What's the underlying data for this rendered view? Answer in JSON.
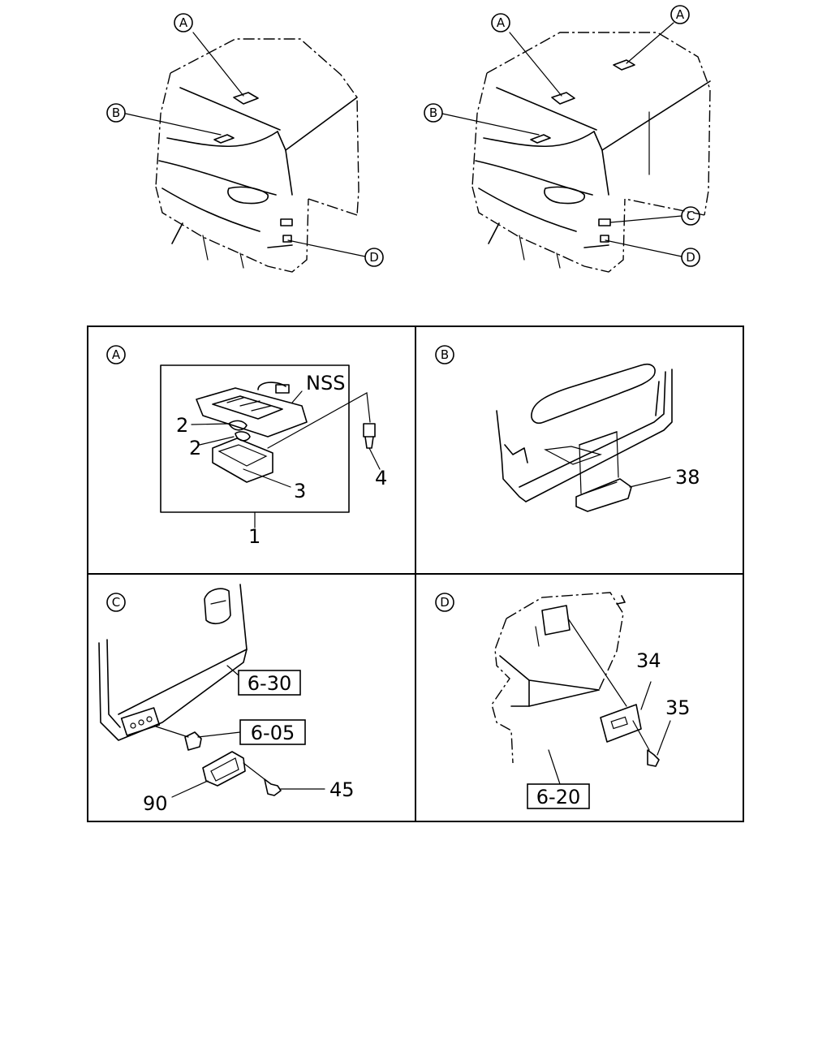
{
  "overview": {
    "left": {
      "callouts": [
        "A",
        "B",
        "D"
      ]
    },
    "right": {
      "callouts": [
        "A",
        "A",
        "B",
        "C",
        "D"
      ]
    }
  },
  "panels": {
    "A": {
      "letter": "A",
      "labels": {
        "nss": "NSS",
        "p2a": "2",
        "p2b": "2",
        "p3": "3",
        "p4": "4",
        "p1": "1"
      }
    },
    "B": {
      "letter": "B",
      "labels": {
        "p38": "38"
      }
    },
    "C": {
      "letter": "C",
      "labels": {
        "ref630": "6-30",
        "ref605": "6-05",
        "p90": "90",
        "p45": "45"
      }
    },
    "D": {
      "letter": "D",
      "labels": {
        "p34": "34",
        "p35": "35",
        "ref620": "6-20"
      }
    }
  }
}
